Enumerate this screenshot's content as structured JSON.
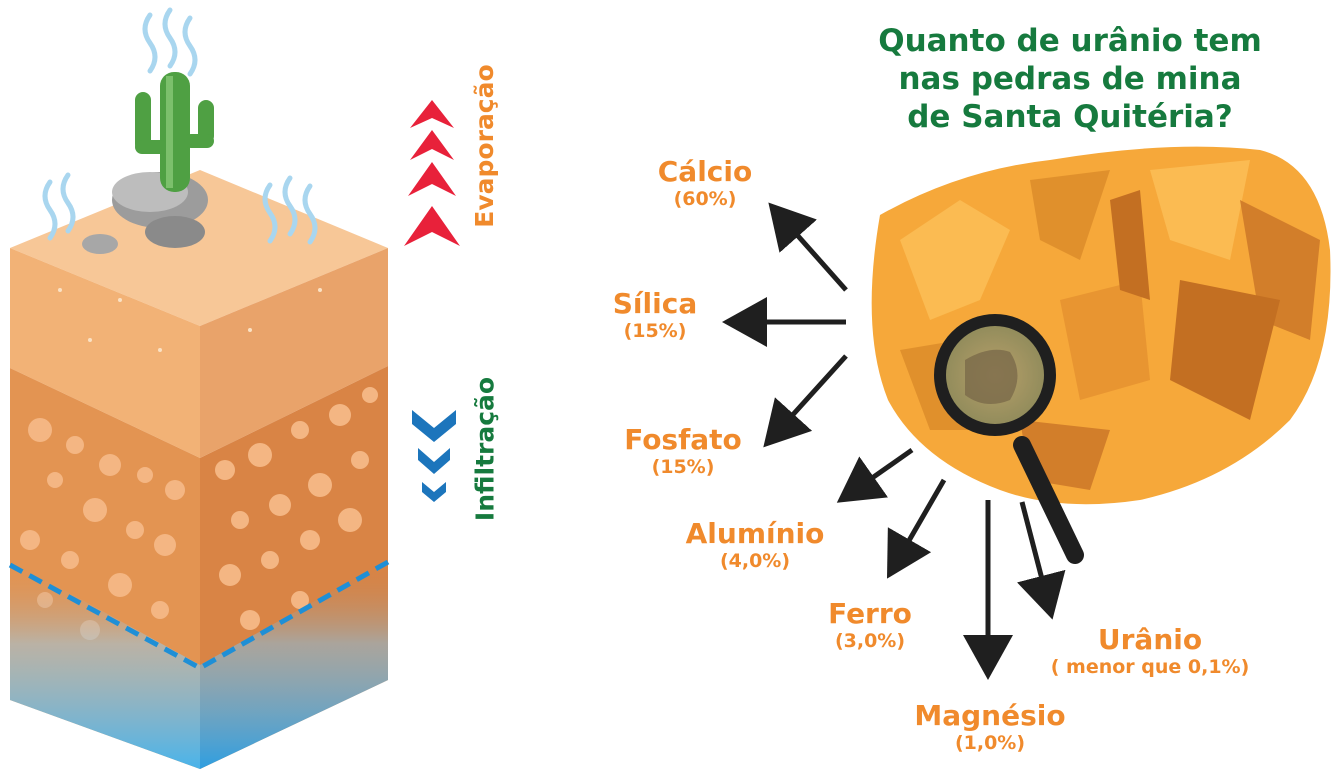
{
  "title_lines": [
    "Quanto de urânio tem",
    "nas pedras de mina",
    "de Santa Quitéria?"
  ],
  "processes": {
    "evaporation": "Evaporação",
    "infiltration": "Infiltração"
  },
  "minerals": [
    {
      "name": "Cálcio",
      "percent": "(60%)"
    },
    {
      "name": "Sílica",
      "percent": "(15%)"
    },
    {
      "name": "Fosfato",
      "percent": "(15%)"
    },
    {
      "name": "Alumínio",
      "percent": "(4,0%)"
    },
    {
      "name": "Ferro",
      "percent": "(3,0%)"
    },
    {
      "name": "Magnésio",
      "percent": "(1,0%)"
    },
    {
      "name": "Urânio",
      "percent": "( menor que 0,1%)"
    }
  ],
  "colors": {
    "title_green": "#167a3e",
    "label_orange": "#f08a2c",
    "evaporation_red": "#e8213a",
    "infiltration_blue": "#1c75bc",
    "arrow_dark": "#1f1f1f"
  }
}
